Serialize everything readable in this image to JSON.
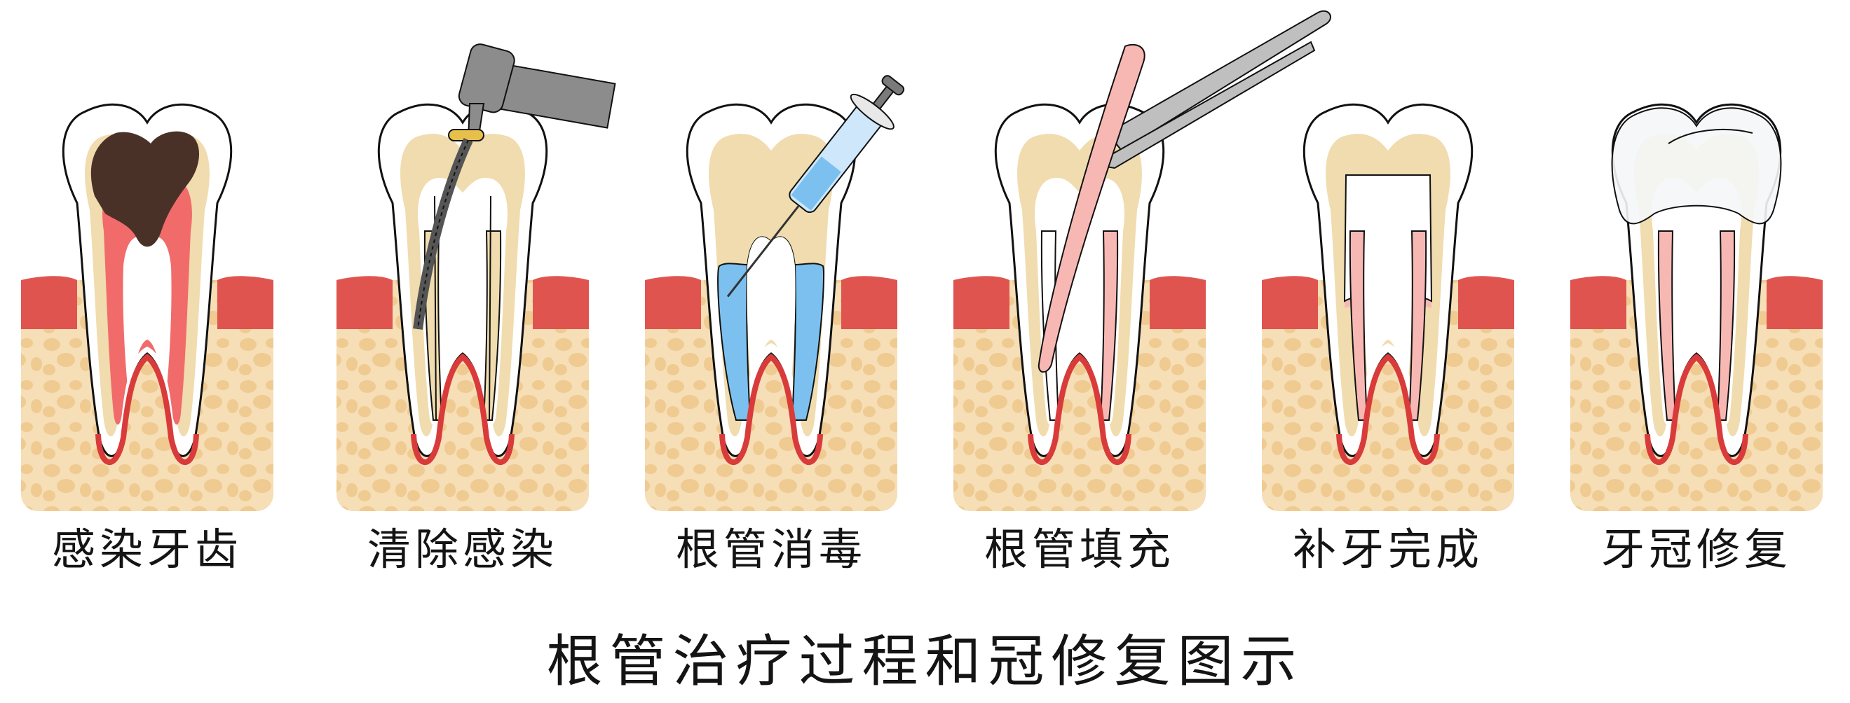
{
  "title": "根管治疗过程和冠修复图示",
  "steps": [
    {
      "label": "感染牙齿"
    },
    {
      "label": "清除感染"
    },
    {
      "label": "根管消毒"
    },
    {
      "label": "根管填充"
    },
    {
      "label": "补牙完成"
    },
    {
      "label": "牙冠修复"
    }
  ],
  "colors": {
    "gum": "#e05450",
    "bone": "#f5dcb2",
    "bone_spot": "#efcb92",
    "dentin": "#f0dcae",
    "enamel": "#ffffff",
    "pulp_infected": "#f26b6b",
    "decay": "#4a3128",
    "disinfectant": "#7cc0ef",
    "filling": "#f7b8b4",
    "crown": "#f4f6f8",
    "instrument": "#8c8c8c"
  }
}
